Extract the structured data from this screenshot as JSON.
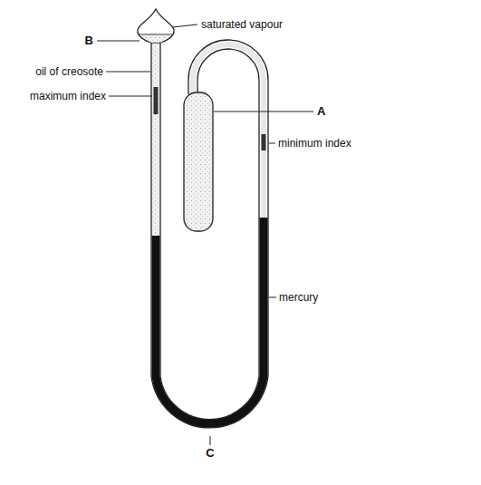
{
  "diagram": {
    "labels": [
      "B",
      "saturated vapour",
      "oil of creosote",
      "maximum index",
      "A",
      "minimum index",
      "mercury",
      "C"
    ]
  }
}
